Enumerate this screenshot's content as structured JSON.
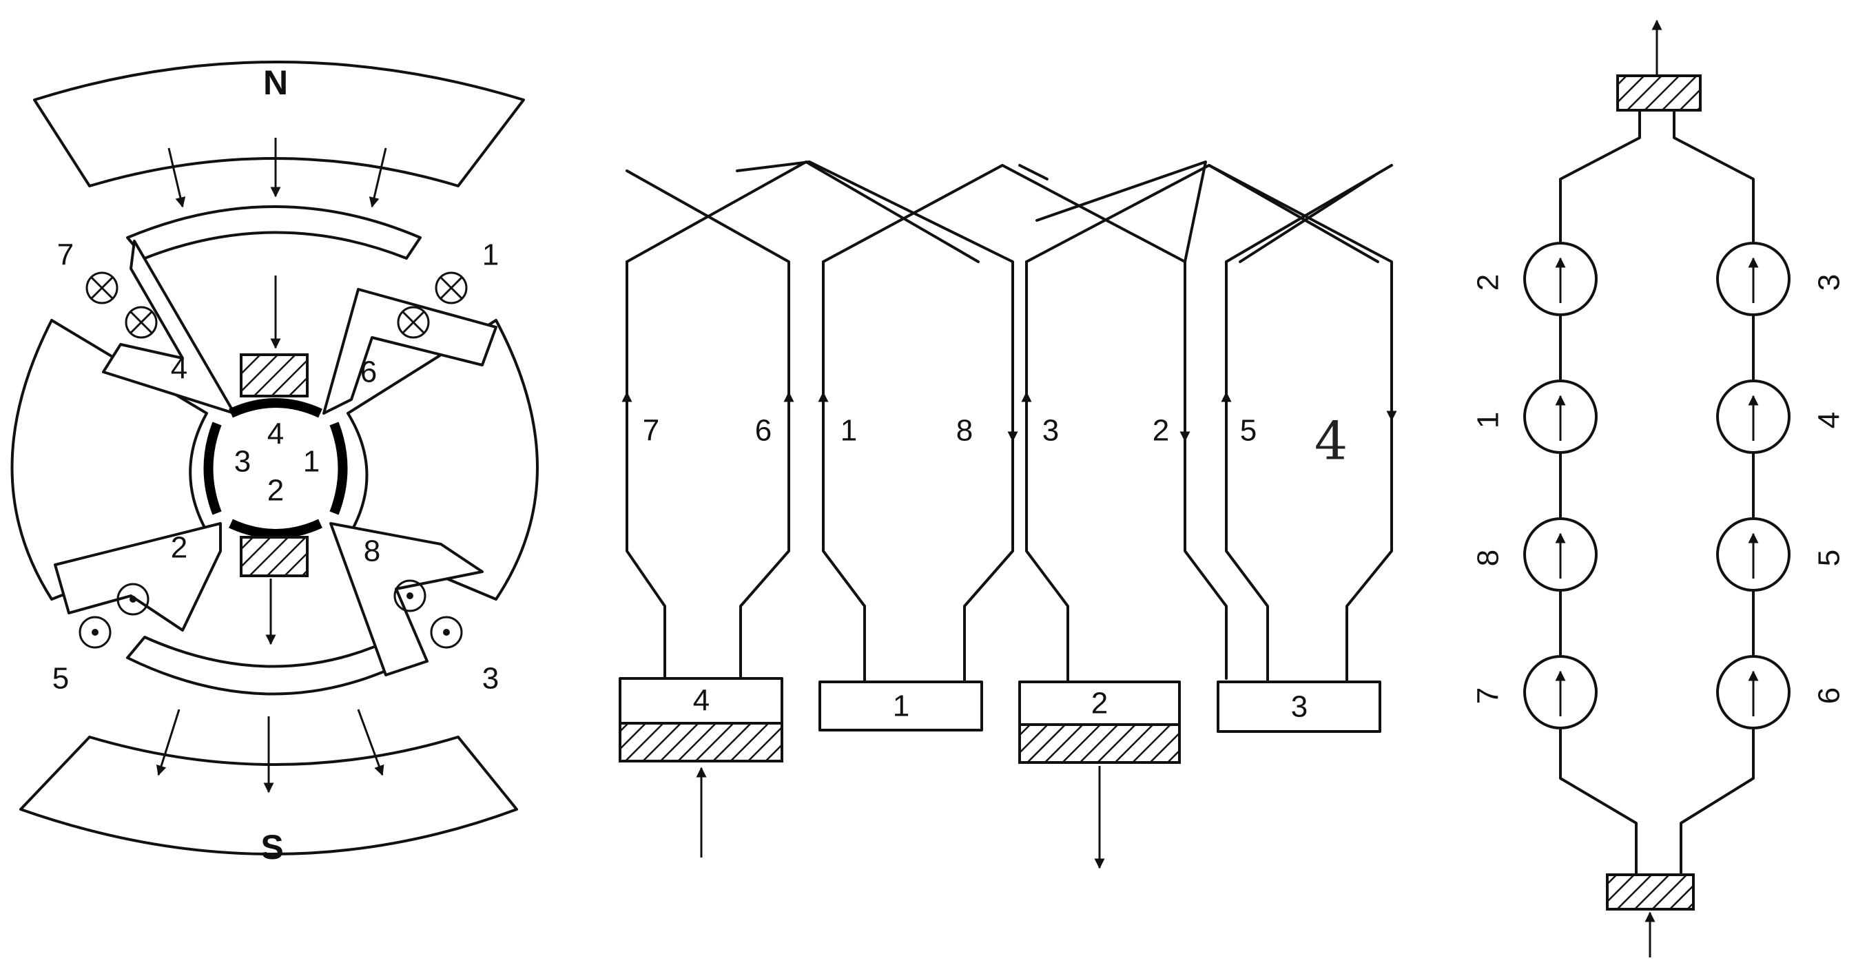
{
  "motor": {
    "north_label": "N",
    "south_label": "S",
    "conductor_labels": [
      "7",
      "1",
      "5",
      "3"
    ],
    "slot_labels": [
      "4",
      "6",
      "2",
      "8"
    ],
    "commutator_labels": [
      "4",
      "3",
      "1",
      "2"
    ]
  },
  "winding": {
    "coil_labels": [
      "7",
      "6",
      "1",
      "8",
      "3",
      "2",
      "5"
    ],
    "handwritten_label": "4",
    "segment_labels": [
      "4",
      "1",
      "2",
      "3"
    ]
  },
  "circuit": {
    "left_labels": [
      "2",
      "1",
      "8",
      "7"
    ],
    "right_labels": [
      "3",
      "4",
      "5",
      "6"
    ]
  }
}
